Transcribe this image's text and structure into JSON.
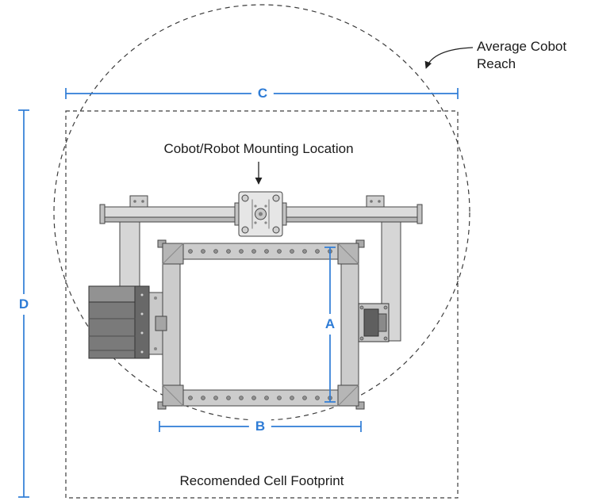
{
  "diagram": {
    "labels": {
      "average_reach_line1": "Average Cobot",
      "average_reach_line2": "Reach",
      "mounting_location": "Cobot/Robot Mounting Location",
      "cell_footprint": "Recomended Cell Footprint"
    },
    "dimensions": {
      "a": "A",
      "b": "B",
      "c": "C",
      "d": "D"
    },
    "colors": {
      "dimension_blue": "#2E7CD6",
      "line_dark": "#3d3d3d",
      "text_dark": "#1b1b1b"
    }
  }
}
